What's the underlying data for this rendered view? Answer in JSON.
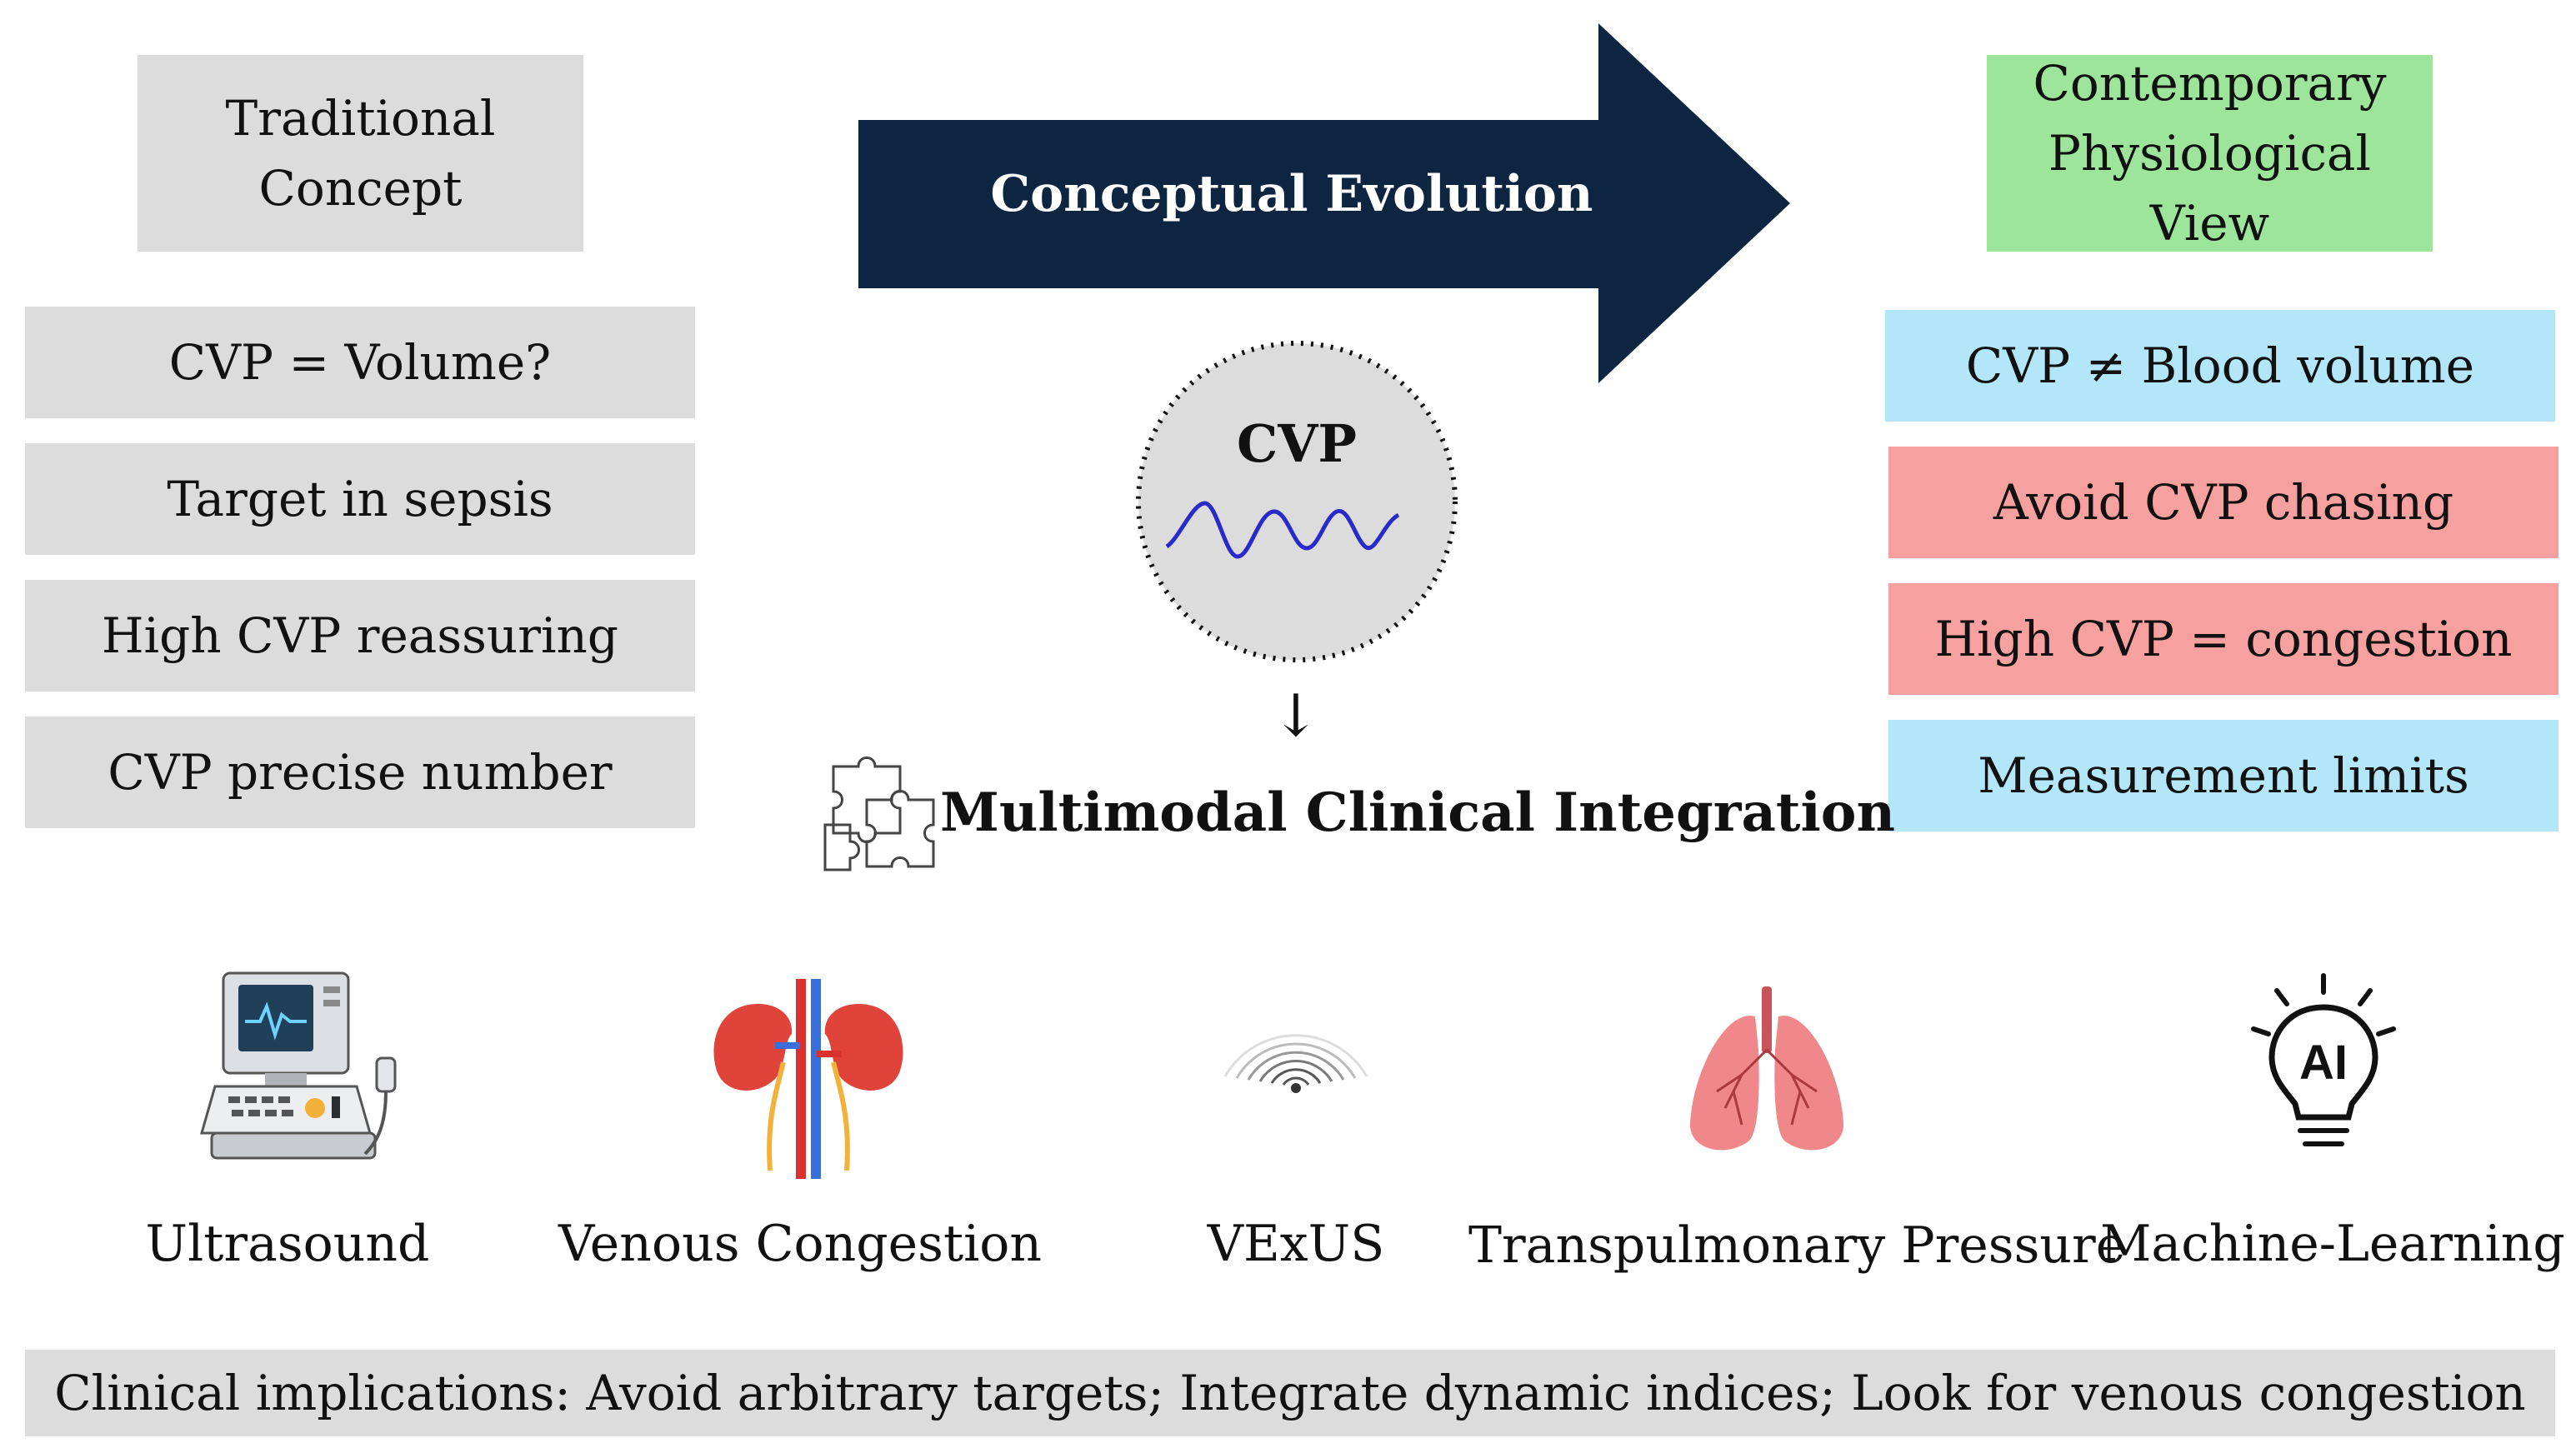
{
  "header": {
    "left_title": "Traditional\nConcept",
    "center_title": "Conceptual Evolution",
    "right_title": "Contemporary\nPhysiological View"
  },
  "traditional_items": [
    "CVP = Volume?",
    "Target in sepsis",
    "High CVP reassuring",
    "CVP precise number"
  ],
  "contemporary_items": [
    {
      "text": "CVP ≠ Blood volume",
      "color": "#b3e6f8"
    },
    {
      "text": "Avoid CVP chasing",
      "color": "#f6a0a0"
    },
    {
      "text": "High CVP = congestion",
      "color": "#f6a0a0"
    },
    {
      "text": "Measurement limits",
      "color": "#b3e6f8"
    }
  ],
  "center": {
    "circle_label": "CVP",
    "down_arrow": "↓",
    "integration_label": "Multimodal Clinical Integration"
  },
  "modalities": [
    {
      "label": "Ultrasound",
      "icon": "ultrasound-machine-icon"
    },
    {
      "label": "Venous Congestion",
      "icon": "kidneys-icon"
    },
    {
      "label": "VExUS",
      "icon": "ultrasound-wave-icon"
    },
    {
      "label": "Transpulmonary Pressure",
      "icon": "lungs-icon"
    },
    {
      "label": "Machine-Learning",
      "icon": "ai-lightbulb-icon"
    }
  ],
  "footer": {
    "text": "Clinical implications: Avoid arbitrary targets; Integrate dynamic indices; Look for venous congestion"
  },
  "colors": {
    "arrow": "#0d2540",
    "gray_box": "#dcdcdc",
    "green_box": "#9ee59c",
    "waveform": "#2a2ac8"
  }
}
